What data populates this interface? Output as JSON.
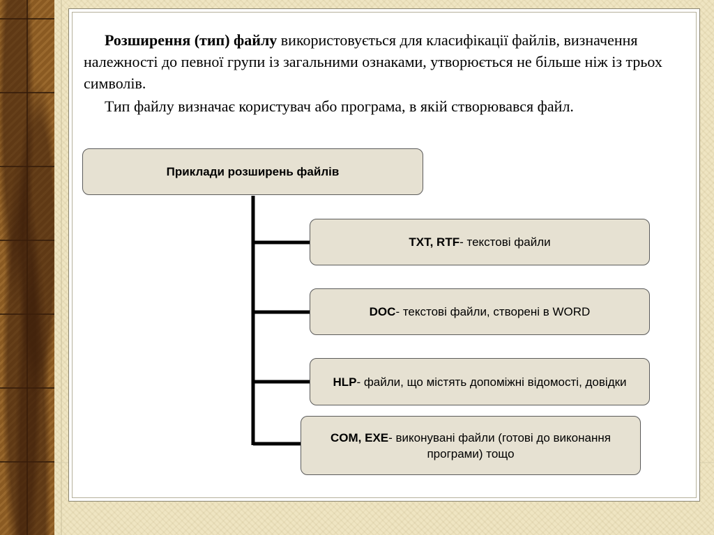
{
  "paragraph1": {
    "bold": "Розширення (тип) файлу",
    "rest": " використовується для класифікації файлів, визначення належності до певної групи із загальними ознаками, утворюється не більше ніж із трьох символів."
  },
  "paragraph2": {
    "text": "Тип файлу визначає користувач або програма, в якій створювався файл."
  },
  "diagram": {
    "root": "Приклади розширень файлів",
    "items": [
      {
        "bold": "TXT, RTF",
        "rest": "- текстові файли"
      },
      {
        "bold": "DOC",
        "rest": "- текстові файли, створені в WORD"
      },
      {
        "bold": "HLP",
        "rest": "- файли, що містять допоміжні відомості, довідки"
      },
      {
        "bold": "COM, EXE",
        "rest": "- виконувані файли (готові до виконання програми) тощо"
      }
    ]
  },
  "colors": {
    "box_fill": "#e6e1d2",
    "connector": "#000000",
    "background": "#efe5c2"
  }
}
